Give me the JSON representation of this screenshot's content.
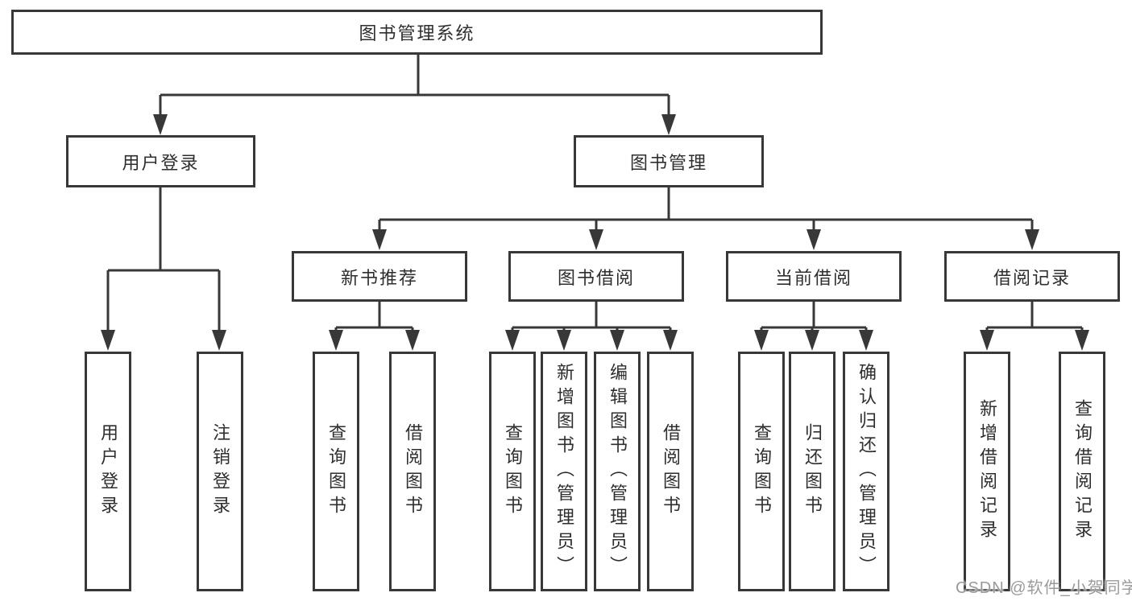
{
  "diagram": {
    "root": {
      "label": "图书管理系统"
    },
    "level1": [
      {
        "label": "用户登录",
        "children": [
          {
            "label": "用户登录"
          },
          {
            "label": "注销登录"
          }
        ]
      },
      {
        "label": "图书管理",
        "children": [
          {
            "label": "新书推荐",
            "children": [
              {
                "label": "查询图书"
              },
              {
                "label": "借阅图书"
              }
            ]
          },
          {
            "label": "图书借阅",
            "children": [
              {
                "label": "查询图书"
              },
              {
                "label": "新增图书（管理员）"
              },
              {
                "label": "编辑图书（管理员）"
              },
              {
                "label": "借阅图书"
              }
            ]
          },
          {
            "label": "当前借阅",
            "children": [
              {
                "label": "查询图书"
              },
              {
                "label": "归还图书"
              },
              {
                "label": "确认归还（管理员）"
              }
            ]
          },
          {
            "label": "借阅记录",
            "children": [
              {
                "label": "新增借阅记录"
              },
              {
                "label": "查询借阅记录"
              }
            ]
          }
        ]
      }
    ]
  },
  "watermark": {
    "text": "CSDN @软件_小贺同学"
  },
  "colors": {
    "line": "#383838",
    "box_border": "#383838",
    "box_fill": "#ffffff",
    "text": "#2e2e2e",
    "watermark": "#9a9a9a",
    "background": "#ffffff"
  }
}
